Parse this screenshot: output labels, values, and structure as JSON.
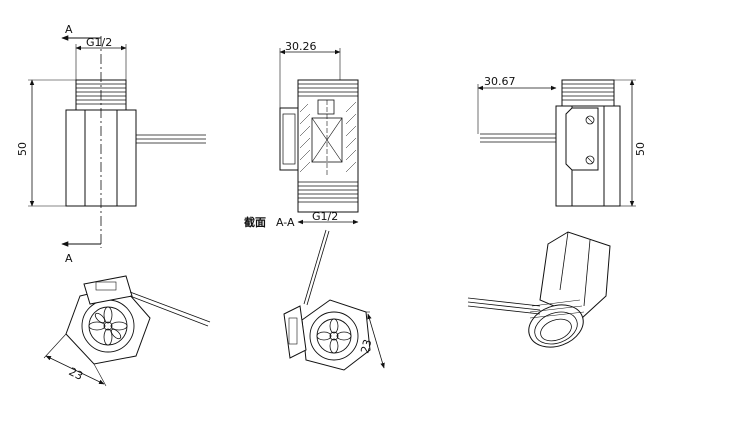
{
  "views": {
    "front": {
      "section_mark_top": "A",
      "section_mark_bottom": "A",
      "thread_label": "G1/2",
      "height_label": "50"
    },
    "section": {
      "width_label": "30.26",
      "caption": "截面",
      "section_label": "A-A",
      "thread_label": "G1/2"
    },
    "side": {
      "width_label": "30.67",
      "height_label": "50"
    },
    "iso_left": {
      "dim_label": "23"
    },
    "iso_middle": {
      "dim_label": "23"
    }
  }
}
